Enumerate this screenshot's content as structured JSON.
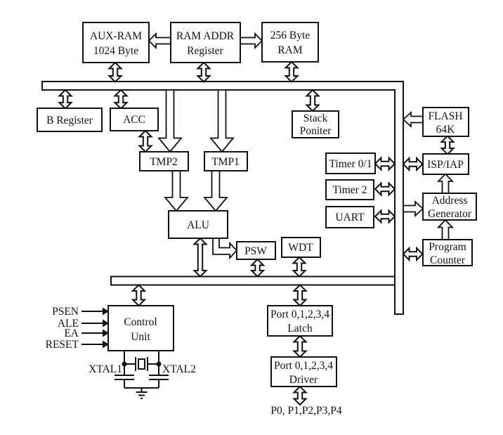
{
  "colors": {
    "ink": "#111111",
    "background": "#ffffff"
  },
  "boxes": {
    "aux_ram": {
      "line1": "AUX-RAM",
      "line2": "1024 Byte"
    },
    "ram_addr": {
      "line1": "RAM ADDR",
      "line2": "Register"
    },
    "ram256": {
      "line1": "256 Byte",
      "line2": "RAM"
    },
    "b_register": {
      "label": "B Register"
    },
    "acc": {
      "label": "ACC"
    },
    "tmp2": {
      "label": "TMP2"
    },
    "tmp1": {
      "label": "TMP1"
    },
    "alu": {
      "label": "ALU"
    },
    "psw": {
      "label": "PSW"
    },
    "wdt": {
      "label": "WDT"
    },
    "stack_pointer": {
      "line1": "Stack",
      "line2": "Poniter"
    },
    "timer01": {
      "label": "Timer 0/1"
    },
    "timer2": {
      "label": "Timer 2"
    },
    "uart": {
      "label": "UART"
    },
    "flash": {
      "line1": "FLASH",
      "line2": "64K"
    },
    "isp_iap": {
      "label": "ISP/IAP"
    },
    "addr_gen": {
      "line1": "Address",
      "line2": "Generator"
    },
    "prog_counter": {
      "line1": "Program",
      "line2": "Counter"
    },
    "control_unit": {
      "line1": "Control",
      "line2": "Unit"
    },
    "port_latch": {
      "line1": "Port 0,1,2,3,4",
      "line2": "Latch"
    },
    "port_driver": {
      "line1": "Port 0,1,2,3,4",
      "line2": "Driver"
    }
  },
  "signals": {
    "psen": "PSEN",
    "ale": "ALE",
    "ea": "EA",
    "reset": "RESET"
  },
  "oscillator": {
    "xtal1": "XTAL1",
    "xtal2": "XTAL2"
  },
  "ports_label": "P0, P1,P2,P3,P4"
}
